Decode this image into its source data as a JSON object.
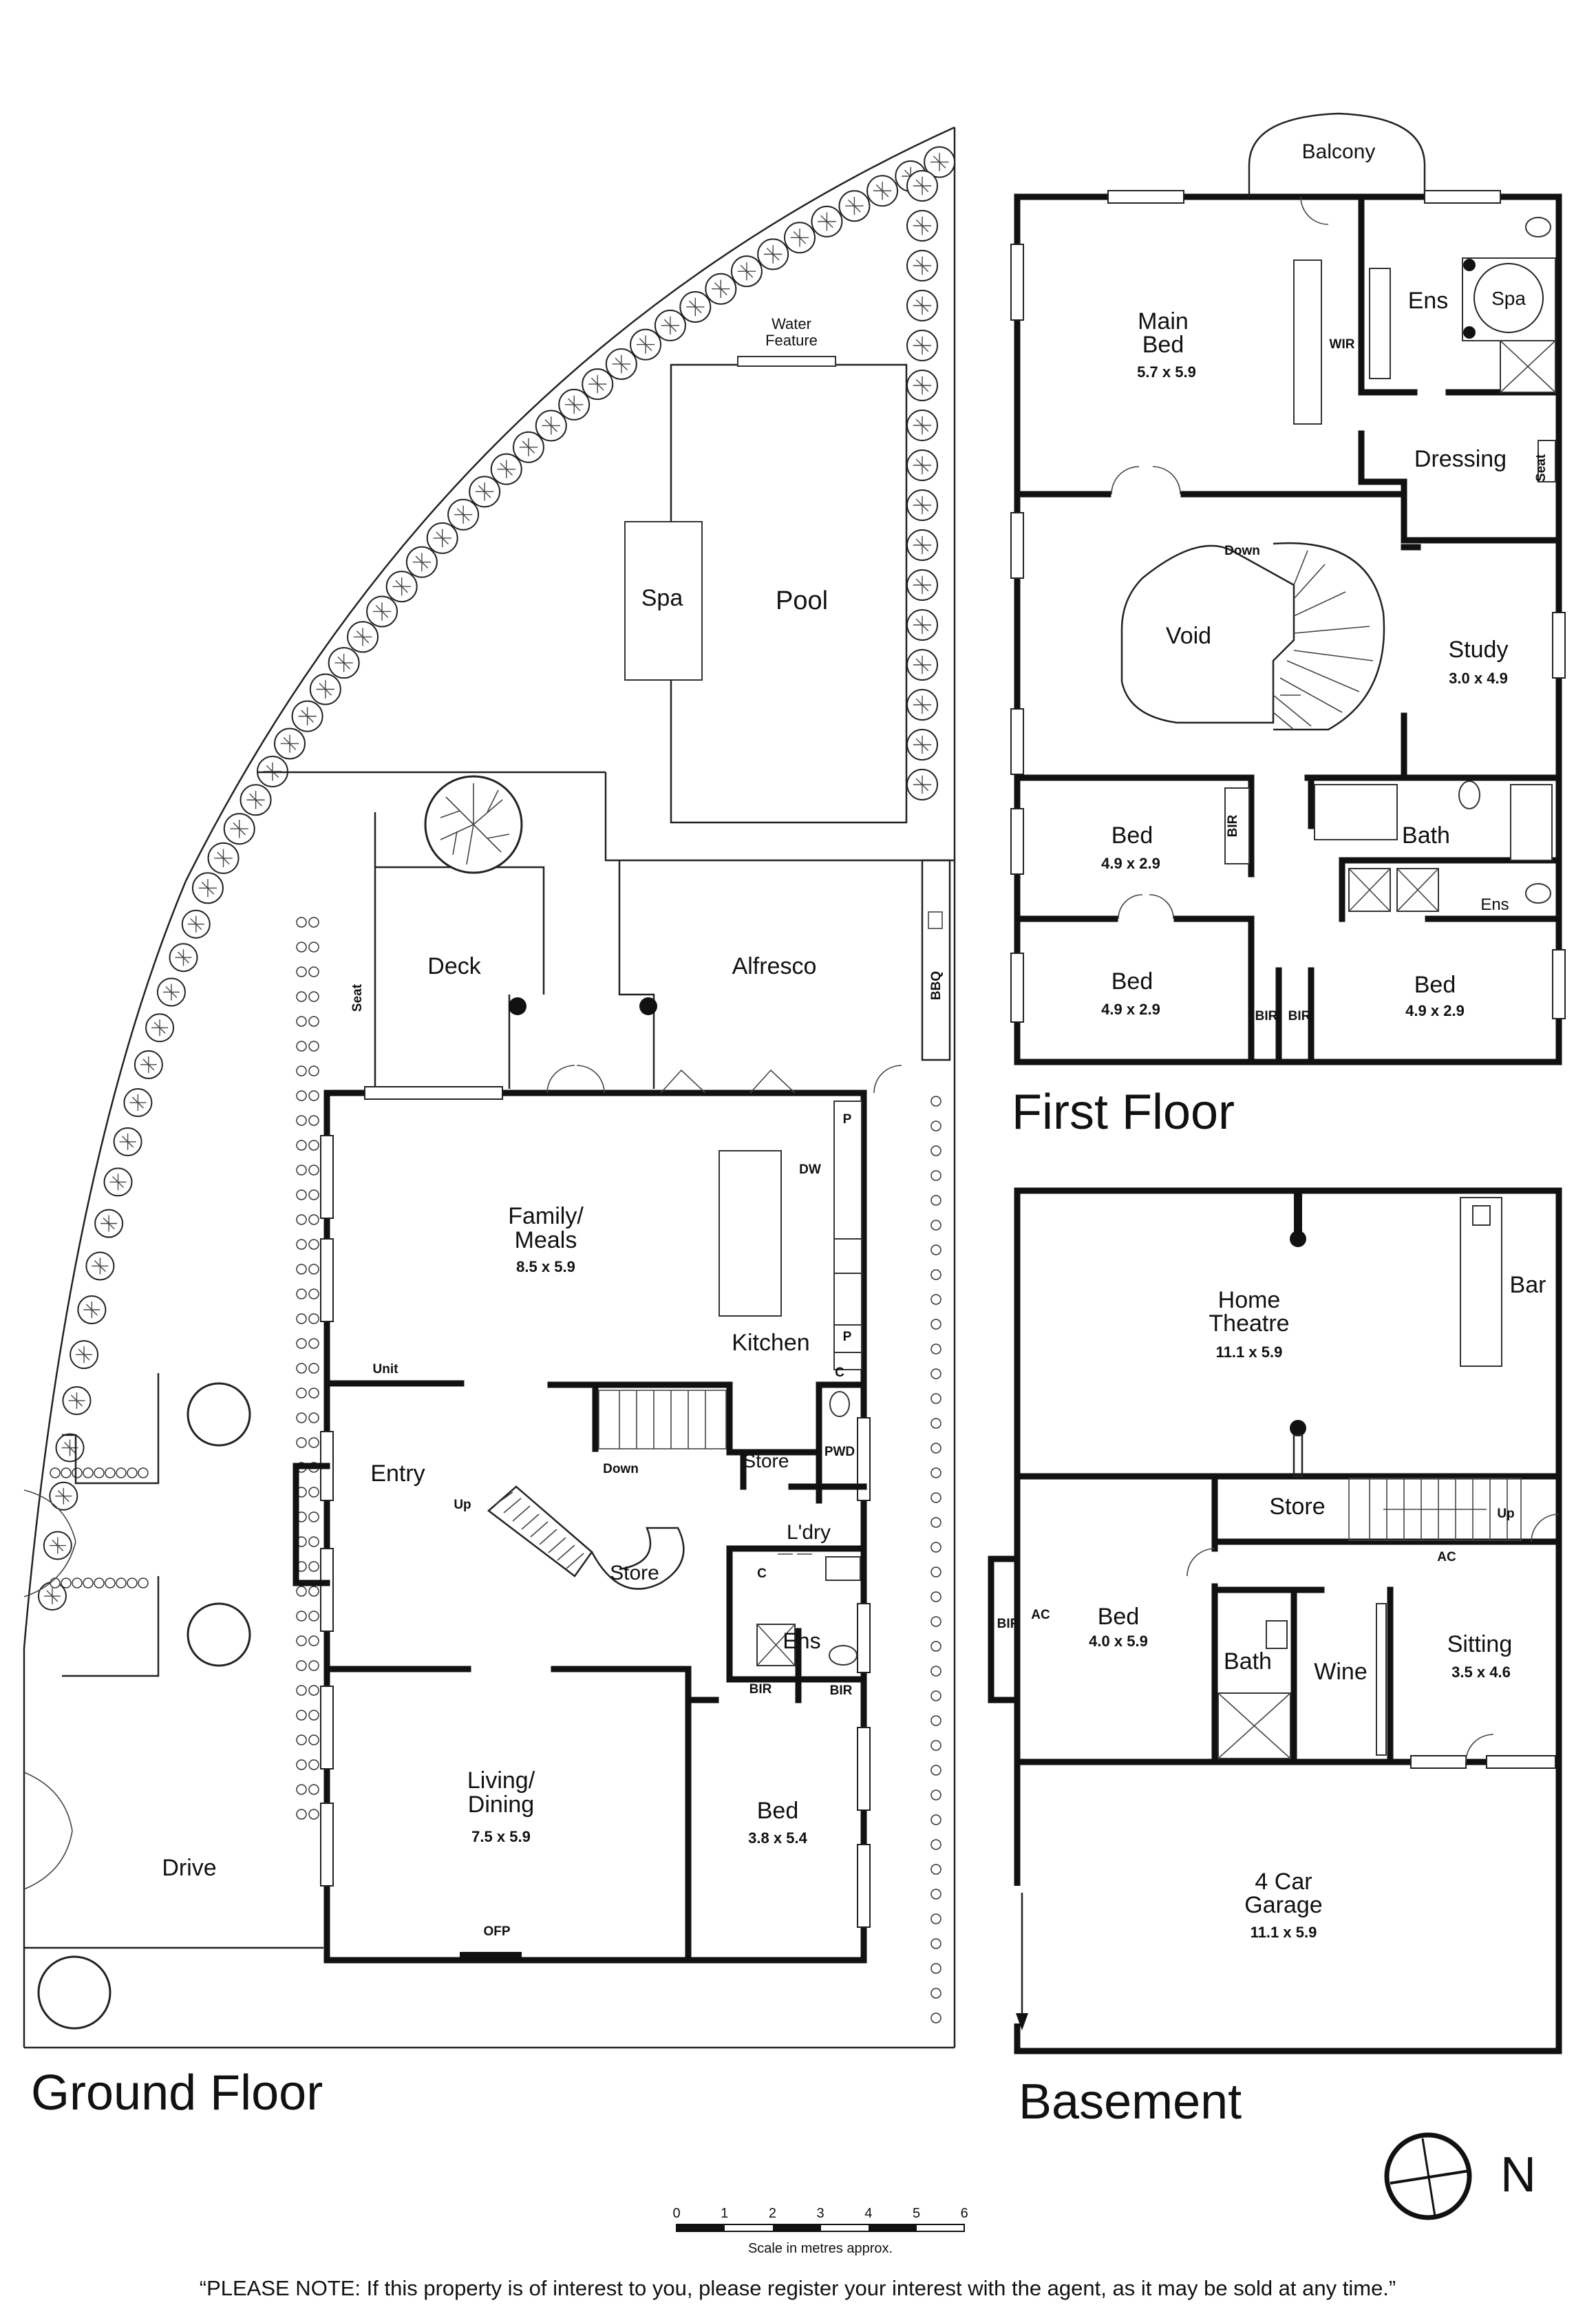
{
  "floors": {
    "ground": "Ground Floor",
    "first": "First Floor",
    "basement": "Basement"
  },
  "rooms": {
    "ground": {
      "water_feature": "Water\nFeature",
      "spa": "Spa",
      "pool": "Pool",
      "deck": "Deck",
      "alfresco": "Alfresco",
      "seat": "Seat",
      "bbq": "BBQ",
      "family_name": "Family/\nMeals",
      "family_dim": "8.5 x 5.9",
      "kitchen": "Kitchen",
      "dw": "DW",
      "p1": "P",
      "p2": "P",
      "c1": "C",
      "c2": "C",
      "unit": "Unit",
      "entry": "Entry",
      "up": "Up",
      "down": "Down",
      "store": "Store",
      "store2": "Store",
      "pwd": "PWD",
      "ldry": "L'dry",
      "ens": "Ens",
      "bir1": "BIR",
      "bir2": "BIR",
      "living_name": "Living/\nDining",
      "living_dim": "7.5 x 5.9",
      "bed_name": "Bed",
      "bed_dim": "3.8 x 5.4",
      "ofp": "OFP",
      "drive": "Drive"
    },
    "first": {
      "balcony": "Balcony",
      "main_bed_name": "Main\nBed",
      "main_bed_dim": "5.7 x 5.9",
      "wir": "WIR",
      "ens": "Ens",
      "spa": "Spa",
      "dressing": "Dressing",
      "seat": "Seat",
      "down": "Down",
      "void": "Void",
      "study_name": "Study",
      "study_dim": "3.0 x 4.9",
      "bed1_name": "Bed",
      "bed1_dim": "4.9 x 2.9",
      "bir1": "BIR",
      "bath": "Bath",
      "ens2": "Ens",
      "bed2_name": "Bed",
      "bed2_dim": "4.9 x 2.9",
      "bir2": "BIR",
      "bir3": "BIR",
      "bed3_name": "Bed",
      "bed3_dim": "4.9 x 2.9"
    },
    "basement": {
      "theatre_name": "Home\nTheatre",
      "theatre_dim": "11.1 x 5.9",
      "bar": "Bar",
      "store": "Store",
      "up": "Up",
      "ac1": "AC",
      "ac2": "AC",
      "bir": "BIR",
      "bed_name": "Bed",
      "bed_dim": "4.0 x 5.9",
      "bath": "Bath",
      "wine": "Wine",
      "sitting_name": "Sitting",
      "sitting_dim": "3.5 x 4.6",
      "garage_name": "4 Car\nGarage",
      "garage_dim": "11.1 x 5.9"
    }
  },
  "compass": {
    "label": "N"
  },
  "scale": {
    "ticks": [
      "0",
      "1",
      "2",
      "3",
      "4",
      "5",
      "6"
    ],
    "caption": "Scale in metres approx."
  },
  "footer_note": "“PLEASE NOTE: If this property is of interest to you, please register your interest with the agent, as it may be sold at any time.”"
}
